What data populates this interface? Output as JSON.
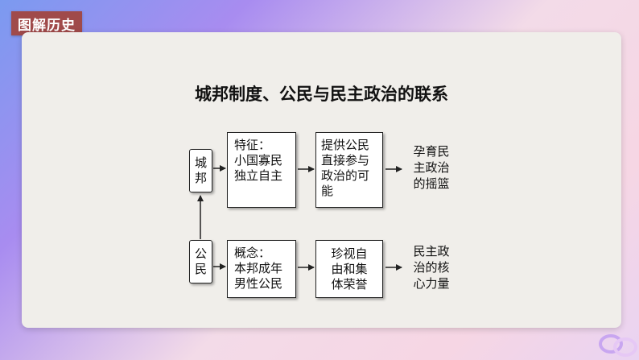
{
  "tag": "图解历史",
  "title": "城邦制度、公民与民主政治的联系",
  "diagram": {
    "row1": {
      "node": "城\n邦",
      "box1": "特征：\n小国寡民\n独立自主",
      "box2": "提供公民\n直接参与\n政治的可\n能",
      "result": "孕育民\n主政治\n的摇篮"
    },
    "row2": {
      "node": "公\n民",
      "box1": "概念：\n本邦成年\n男性公民",
      "box2": "珍视自\n由和集\n体荣誉",
      "result": "民主政\n治的核\n心力量"
    }
  }
}
